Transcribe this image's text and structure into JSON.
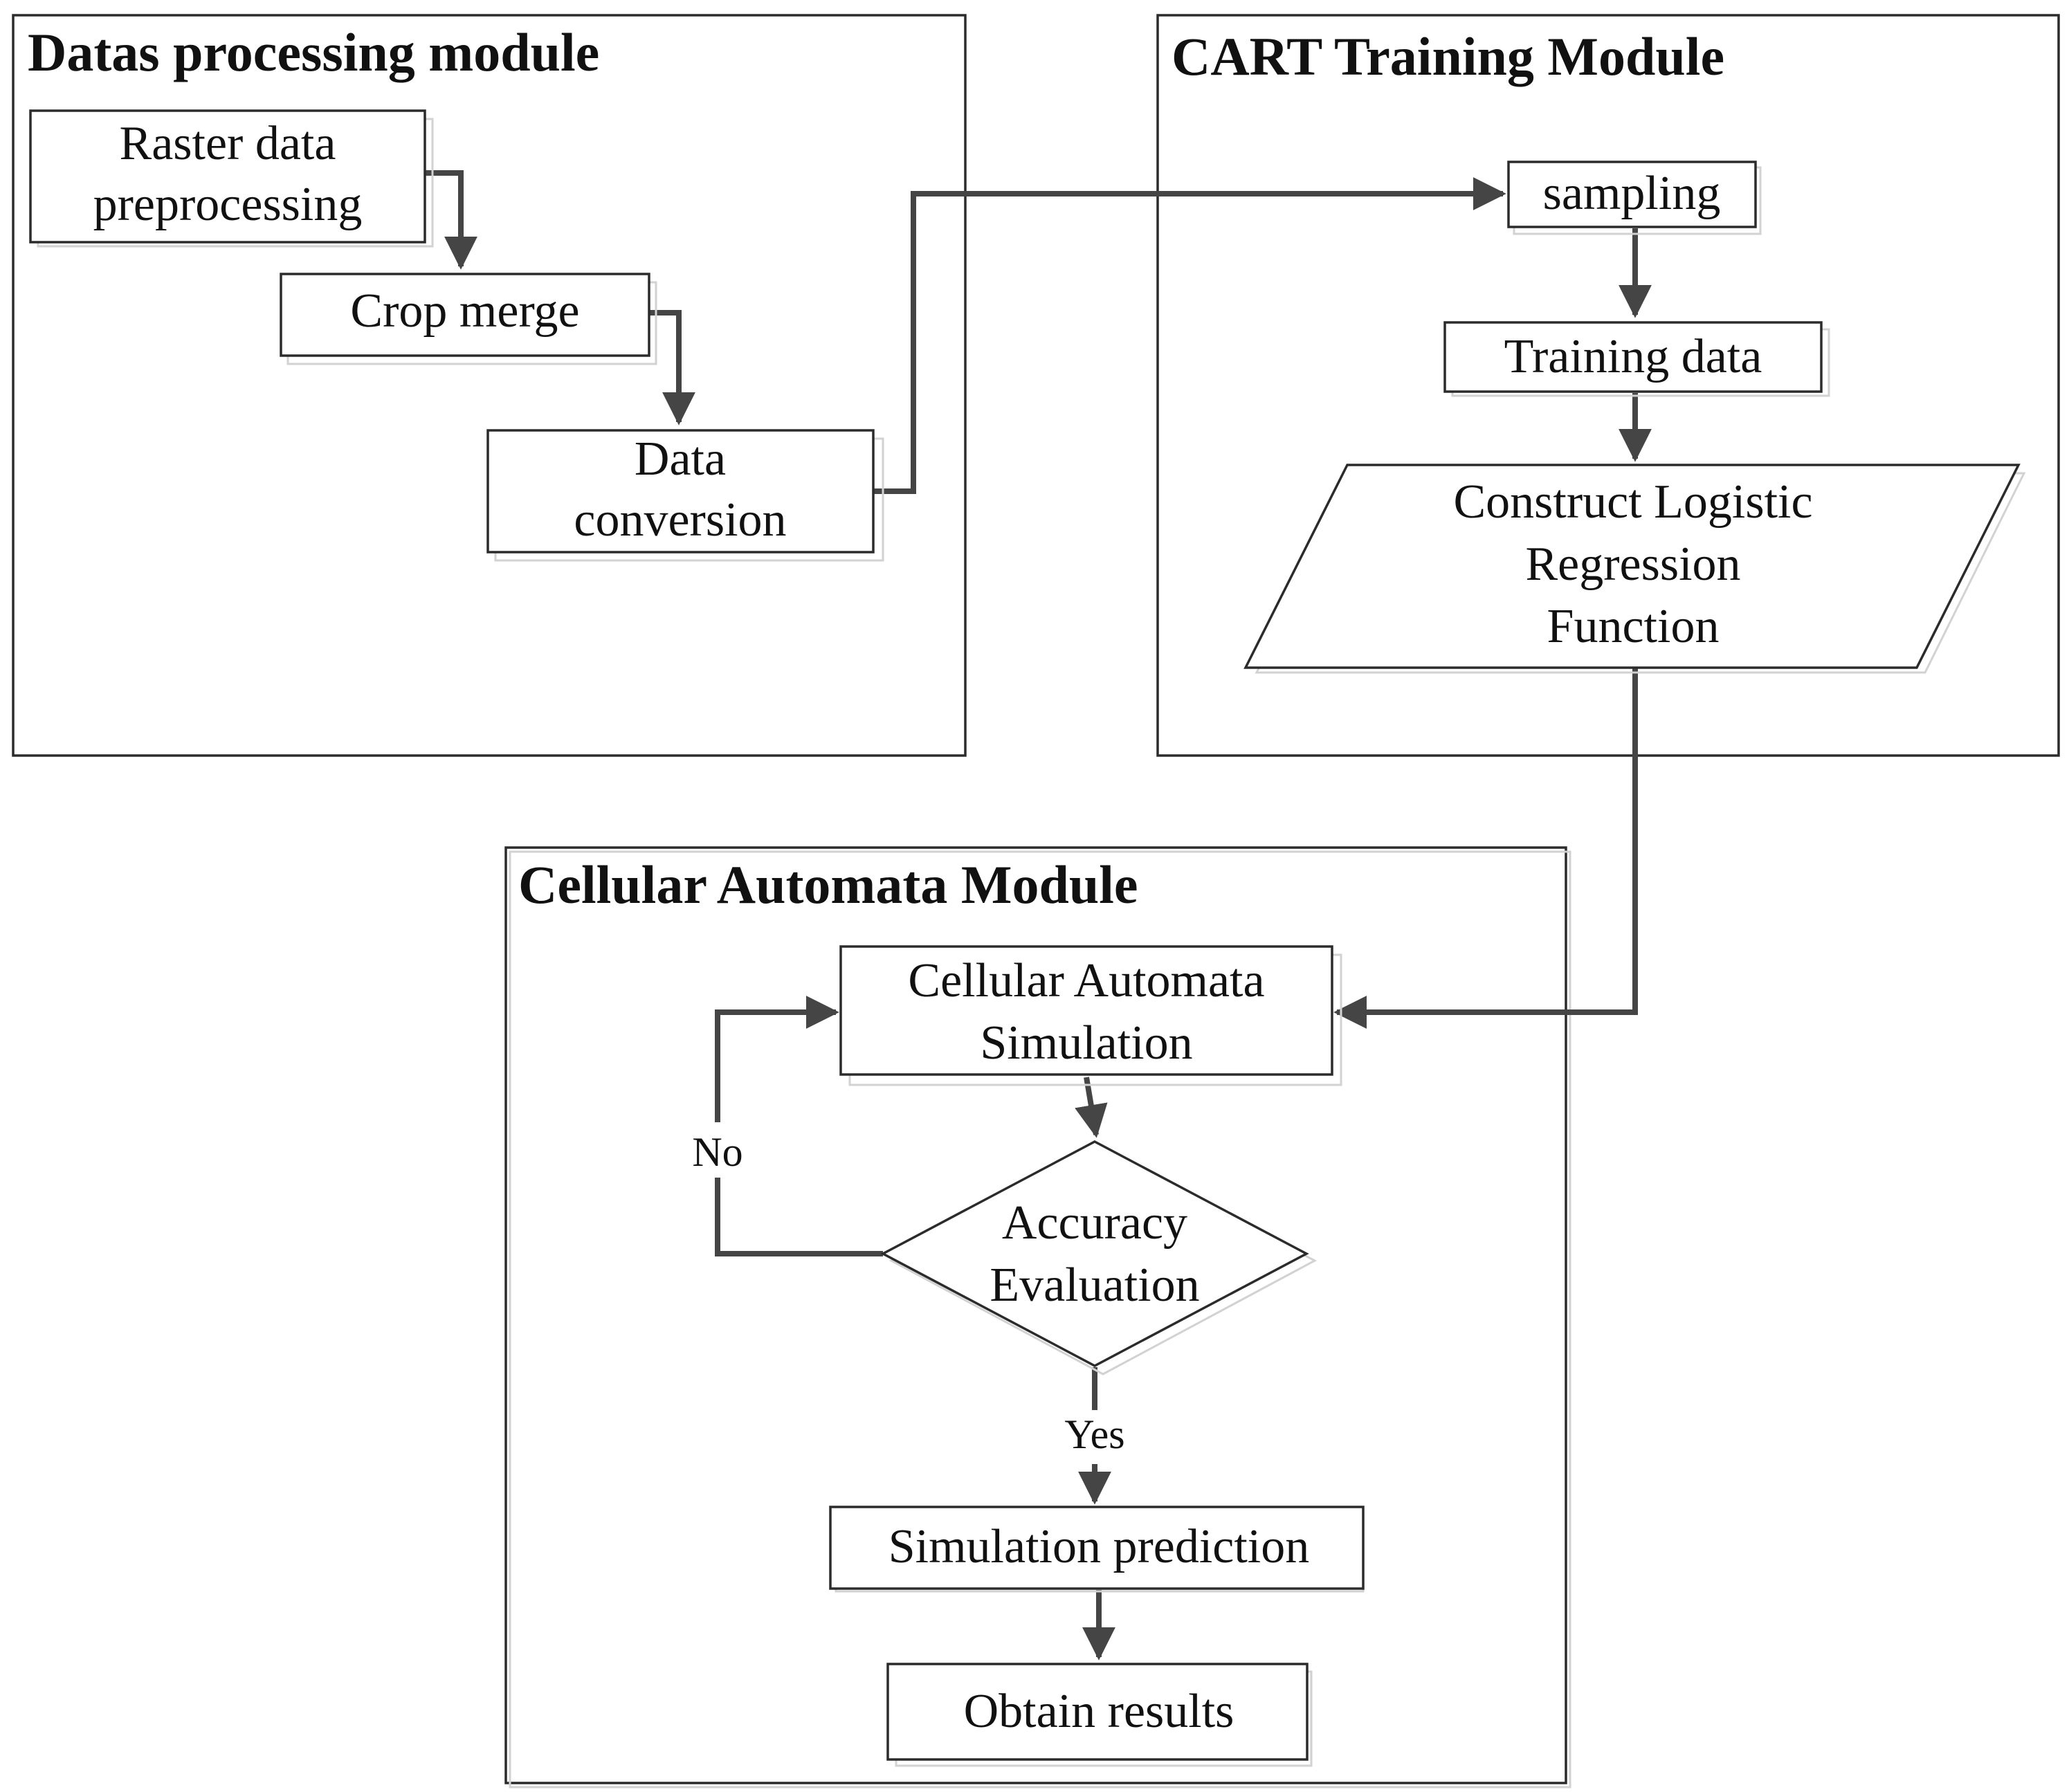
{
  "modules": {
    "data_processing": "Datas processing module",
    "cart_training": "CART Training Module",
    "cellular_automata": "Cellular Automata Module"
  },
  "nodes": {
    "raster": [
      "Raster data",
      "preprocessing"
    ],
    "crop": [
      "Crop merge"
    ],
    "conversion": [
      "Data",
      "conversion"
    ],
    "sampling": [
      "sampling"
    ],
    "training": [
      "Training data"
    ],
    "construct": [
      "Construct Logistic",
      "Regression",
      "Function"
    ],
    "simulation": [
      "Cellular Automata",
      "Simulation"
    ],
    "accuracy": [
      "Accuracy",
      "Evaluation"
    ],
    "prediction": [
      "Simulation prediction"
    ],
    "results": [
      "Obtain results"
    ]
  },
  "edge_labels": {
    "no": "No",
    "yes": "Yes"
  },
  "colors": {
    "frame": "#2b2b2b",
    "arrow": "#454545",
    "shadow": "#d2d2d2"
  }
}
